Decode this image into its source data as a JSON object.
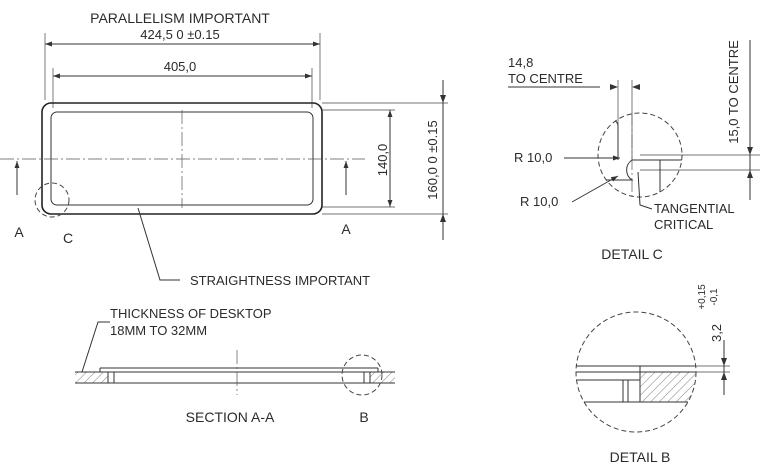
{
  "labels": {
    "parallelism": "PARALLELISM IMPORTANT",
    "dim_outer": "424,5 0 ±0.15",
    "dim_inner": "405,0",
    "dim_height_inner": "140,0",
    "dim_height_outer": "160,0 0 ±0.15",
    "section_a_left": "A",
    "section_a_right": "A",
    "detail_c_marker": "C",
    "straightness": "STRAIGHTNESS IMPORTANT",
    "thickness_line1": "THICKNESS OF DESKTOP",
    "thickness_line2": "18MM TO 32MM",
    "section_title": "SECTION A-A",
    "detail_b_marker": "B",
    "to_centre_h_value": "14,8",
    "to_centre_h_text": "TO CENTRE",
    "to_centre_v": "15,0 TO CENTRE",
    "radius_1": "R 10,0",
    "radius_2": "R 10,0",
    "tangential_line1": "TANGENTIAL",
    "tangential_line2": "CRITICAL",
    "detail_c_title": "DETAIL C",
    "tol_plus": "+0,15",
    "tol_minus": "-0,1",
    "dim_3_2": "3,2",
    "detail_b_title": "DETAIL B"
  }
}
